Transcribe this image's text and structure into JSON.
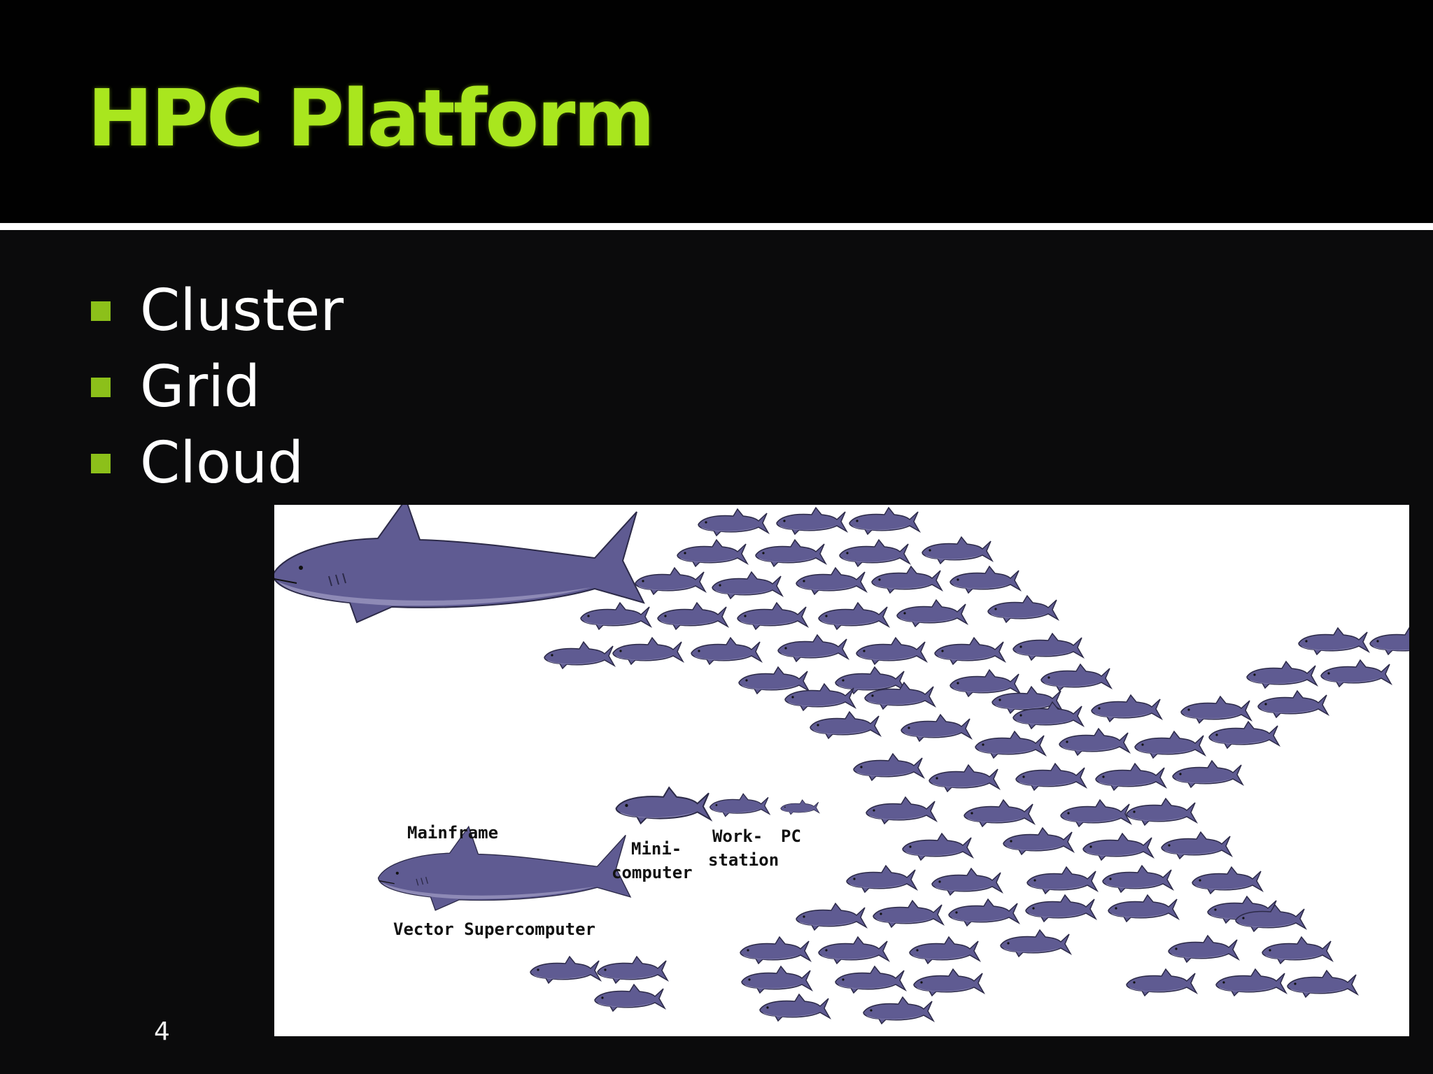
{
  "slide": {
    "title": "HPC Platform",
    "bullets": [
      "Cluster",
      "Grid",
      "Cloud"
    ],
    "page_number": "4"
  },
  "figure": {
    "labels": {
      "mainframe": "Mainframe",
      "vector_supercomputer": "Vector Supercomputer",
      "minicomputer_line1": "Mini-",
      "minicomputer_line2": "computer",
      "workstation_line1": "Work-",
      "workstation_line2": "station",
      "pc": "PC"
    }
  },
  "colors": {
    "title": "#a9e61e",
    "bullet": "#8cc01a",
    "shark_body": "#5f5b92",
    "shark_belly": "#8e8ab6"
  }
}
